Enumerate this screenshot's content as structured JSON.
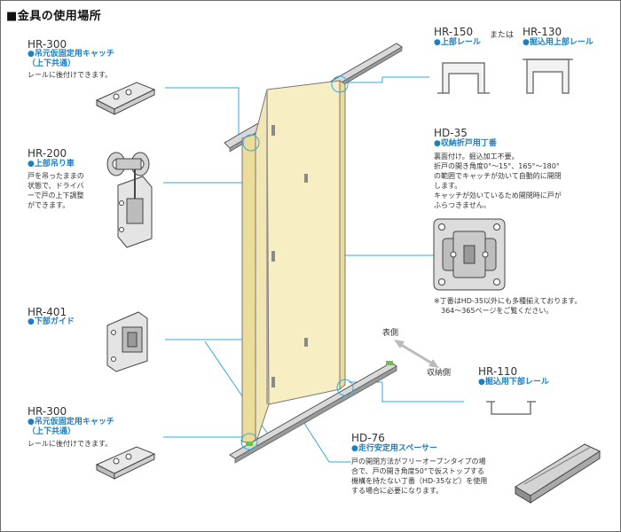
{
  "title": "■金具の使用場所",
  "parts": {
    "hr300_top": {
      "code": "HR-300",
      "name": "●吊元仮固定用キャッチ",
      "sub": "（上下共通）",
      "desc": "レールに後付けできます。"
    },
    "hr200": {
      "code": "HR-200",
      "name": "●上部吊り車",
      "desc": "戸を吊ったままの\n状態で、ドライバ\nーで戸の上下調整\nができます。"
    },
    "hr401": {
      "code": "HR-401",
      "name": "●下部ガイド"
    },
    "hr300_bottom": {
      "code": "HR-300",
      "name": "●吊元仮固定用キャッチ",
      "sub": "（上下共通）",
      "desc": "レールに後付けできます。"
    },
    "hr150": {
      "code": "HR-150",
      "or_label": "または",
      "name": "●上部レール"
    },
    "hr130": {
      "code": "HR-130",
      "name": "●掘込用上部レール"
    },
    "hd35": {
      "code": "HD-35",
      "name": "●収納折戸用丁番",
      "desc": "裏面付け。掘込加工不要。\n折戸の開き角度0°〜15°、165°〜180°\nの範囲でキャッチが効いて自動的に開閉\nします。\nキャッチが効いているため開閉時に戸が\nふらつきません。",
      "note": "※丁番はHD-35以外にも多種揃えております。\n　364〜365ページをご覧ください。"
    },
    "hr110": {
      "code": "HR-110",
      "name": "●掘込用下部レール"
    },
    "hd76": {
      "code": "HD-76",
      "name": "●走行安定用スペーサー",
      "desc": "戸の開閉方法がフリーオープンタイプの場\n合で、戸の開き角度50°で仮ストップする\n機構を持たない丁番（HD-35など）を使用\nする場合に必要になります。"
    }
  },
  "direction": {
    "front": "表側",
    "storage": "収納側"
  },
  "colors": {
    "accent": "#1c7fc1",
    "leader": "#35a9da",
    "panel_fill": "#f7efc3",
    "panel_side": "#ebdc9c"
  }
}
